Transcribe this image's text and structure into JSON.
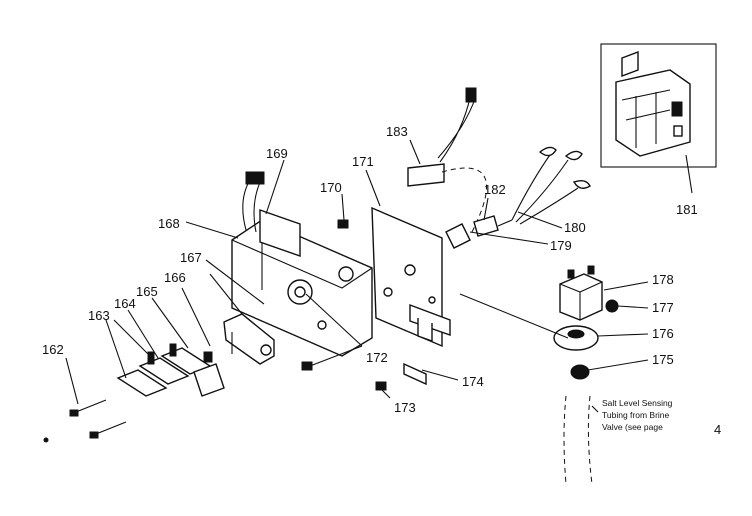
{
  "labels": {
    "p162": "162",
    "p163": "163",
    "p164": "164",
    "p165": "165",
    "p166": "166",
    "p167": "167",
    "p168": "168",
    "p169": "169",
    "p170": "170",
    "p171": "171",
    "p172": "172",
    "p173": "173",
    "p174": "174",
    "p175": "175",
    "p176": "176",
    "p177": "177",
    "p178": "178",
    "p179": "179",
    "p180": "180",
    "p181": "181",
    "p182": "182",
    "p183": "183"
  },
  "note": {
    "line1": "Salt Level Sensing",
    "line2": "Tubing from Brine",
    "line3": "Valve (see page"
  },
  "page_ref": "4"
}
